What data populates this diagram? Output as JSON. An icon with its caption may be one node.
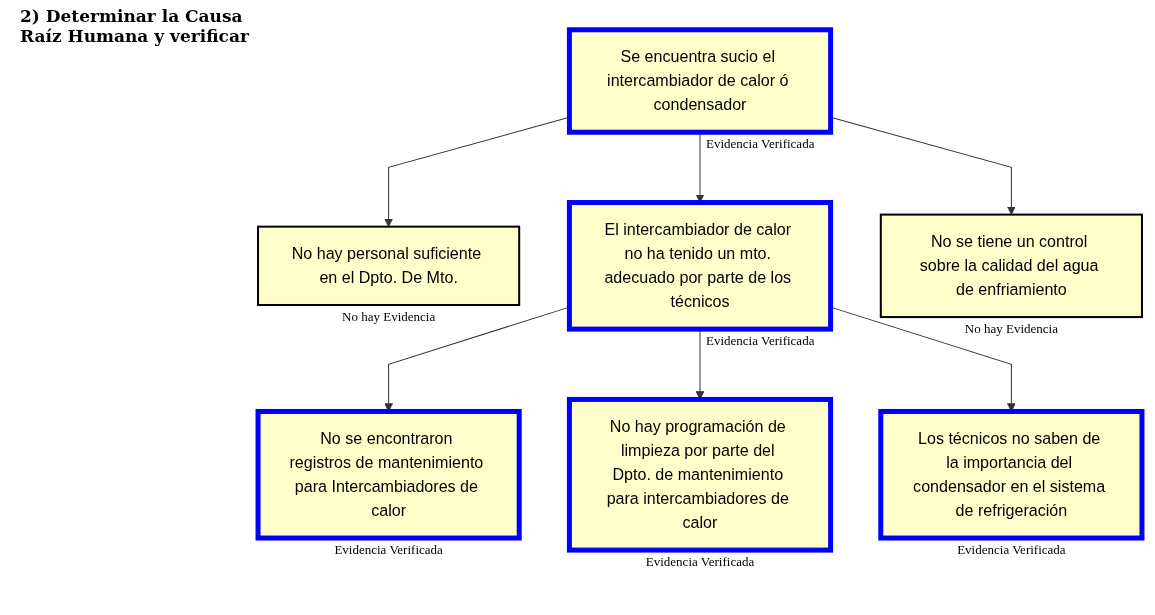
{
  "diagram": {
    "title": "2) Determinar la Causa Raíz Humana y verificar",
    "nodes": [
      {
        "text": [
          "Se encuentra sucio el intercambiador de calor ó condensador"
        ],
        "beside": [
          "Evidencia Verificada"
        ]
      },
      {
        "text": [
          "No hay personal suficiente en el Dpto. De Mto."
        ],
        "beside": [
          "No hay Evidencia"
        ]
      },
      {
        "text": [
          "El intercambiador de calor no ha tenido un mto. adecuado por parte de los técnicos"
        ],
        "beside": [
          "Evidencia Verificada"
        ]
      },
      {
        "text": [
          "No se tiene un control sobre la calidad del agua de enfriamiento"
        ],
        "beside": [
          "No hay Evidencia"
        ]
      },
      {
        "text": [
          "No se encontraron registros de mantenimiento para Intercambiadores de calor"
        ],
        "beside": [
          "Evidencia Verificada"
        ]
      },
      {
        "text": [
          "No hay programación de limpieza por parte del Dpto. de mantenimiento para intercambiadores de calor"
        ],
        "beside": [
          "Evidencia Verificada"
        ]
      },
      {
        "text": [
          "Los técnicos no saben de la importancia del condensador en el sistema de refrigeración"
        ],
        "beside": [
          "Evidencia Verificada"
        ]
      }
    ],
    "edges": [
      {
        "from": 0,
        "to": 1,
        "arrow": "to"
      },
      {
        "from": 0,
        "to": 2,
        "arrow": "to"
      },
      {
        "from": 0,
        "to": 3,
        "arrow": "to"
      },
      {
        "from": 2,
        "to": 4,
        "arrow": "to"
      },
      {
        "from": 2,
        "to": 5,
        "arrow": "to"
      },
      {
        "from": 2,
        "to": 6,
        "arrow": "to"
      }
    ]
  }
}
